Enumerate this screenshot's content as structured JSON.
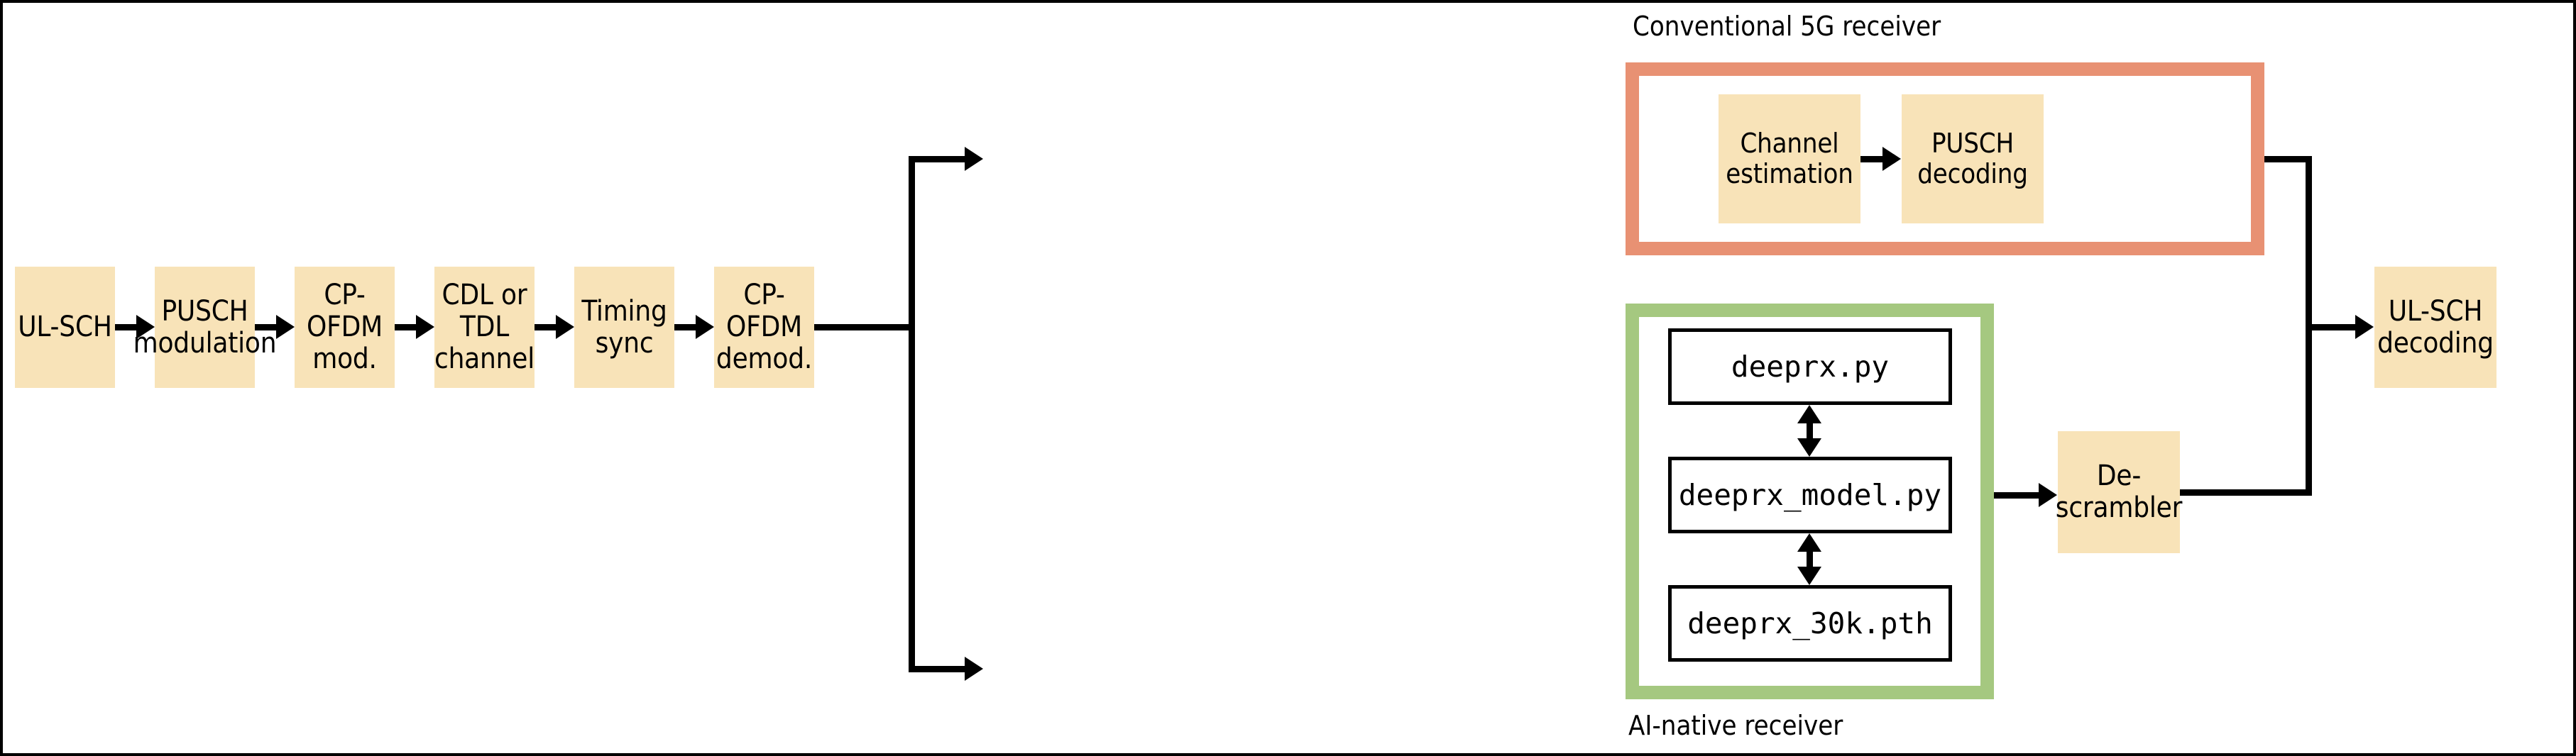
{
  "diagram": {
    "title_hidden": "",
    "colors": {
      "box_fill": "#f8e3b8",
      "conventional_frame": "#e89173",
      "ai_frame": "#a5c880",
      "line": "#000000",
      "code_box_fill": "#ffffff",
      "background": "#ffffff"
    },
    "pipeline": [
      {
        "id": "ul-sch",
        "label": "UL-SCH"
      },
      {
        "id": "pusch-modulation",
        "label": "PUSCH\nmodulation"
      },
      {
        "id": "cp-ofdm-mod",
        "label": "CP-OFDM\nmod."
      },
      {
        "id": "cdl-or-tdl-channel",
        "label": "CDL or TDL\nchannel"
      },
      {
        "id": "timing-sync",
        "label": "Timing\nsync"
      },
      {
        "id": "cp-ofdm-demod",
        "label": "CP-OFDM\ndemod."
      }
    ],
    "conventional_receiver": {
      "caption": "Conventional 5G receiver",
      "blocks": [
        {
          "id": "channel-estimation",
          "label": "Channel\nestimation"
        },
        {
          "id": "pusch-decoding",
          "label": "PUSCH\ndecoding"
        }
      ]
    },
    "ai_native_receiver": {
      "caption": "AI-native receiver",
      "files": [
        {
          "id": "deeprx-py",
          "label": "deeprx.py"
        },
        {
          "id": "deeprx-model-py",
          "label": "deeprx_model.py"
        },
        {
          "id": "deeprx-30k-pth",
          "label": "deeprx_30k.pth"
        }
      ]
    },
    "descrambler": {
      "id": "de-scrambler",
      "label": "De-\nscrambler"
    },
    "output": {
      "id": "ul-sch-decoding",
      "label": "UL-SCH\ndecoding"
    }
  }
}
